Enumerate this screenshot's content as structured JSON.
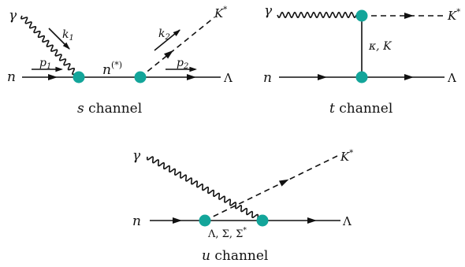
{
  "diagrams": {
    "s": {
      "photon": "γ",
      "k1": "k",
      "k1_sub": "1",
      "k2": "k",
      "k2_sub": "2",
      "kstar": "K",
      "kstar_sup": "*",
      "n": "n",
      "p1": "p",
      "p1_sub": "1",
      "p2": "p",
      "p2_sub": "2",
      "mid": "n",
      "mid_sup": "(*)",
      "lambda": "Λ",
      "caption_var": "s",
      "caption_word": "channel"
    },
    "t": {
      "photon": "γ",
      "kstar": "K",
      "kstar_sup": "*",
      "n": "n",
      "lambda": "Λ",
      "exchange": "κ, K",
      "caption_var": "t",
      "caption_word": "channel"
    },
    "u": {
      "photon": "γ",
      "kstar": "K",
      "kstar_sup": "*",
      "n": "n",
      "lambda": "Λ",
      "exchange": "Λ, Σ, Σ",
      "exchange_sup": "*",
      "caption_var": "u",
      "caption_word": "channel"
    }
  },
  "colors": {
    "vertex": "#13a59a",
    "line": "#111111"
  }
}
